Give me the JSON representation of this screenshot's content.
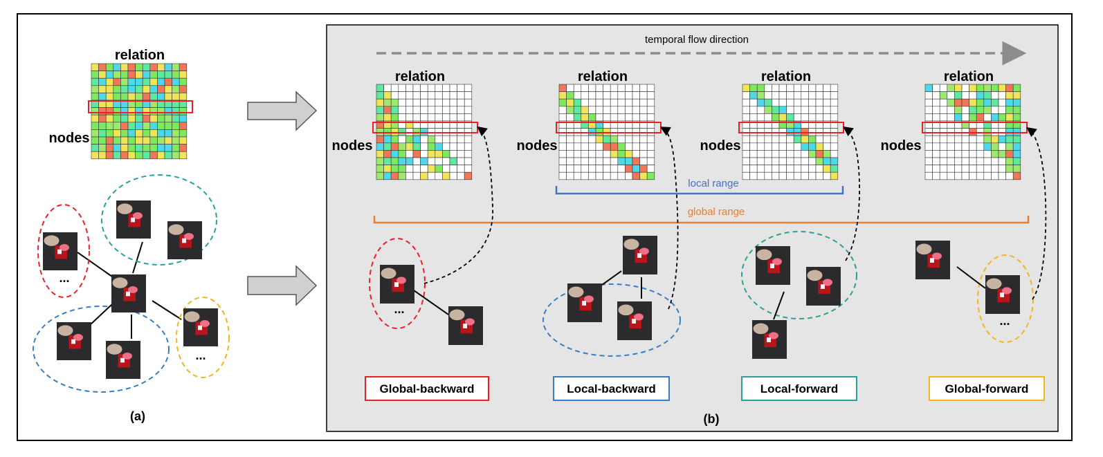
{
  "panel_a": {
    "matrix_title": "relation",
    "matrix_ylabel": "nodes",
    "ellipsis": "...",
    "caption": "(a)"
  },
  "panel_b": {
    "flow_label": "temporal flow direction",
    "matrix_title": "relation",
    "matrix_ylabel": "nodes",
    "local_range_label": "local range",
    "global_range_label": "global range",
    "ellipsis": "...",
    "caption": "(b)",
    "categories": [
      {
        "label": "Global-backward",
        "color": "#e8202a"
      },
      {
        "label": "Local-backward",
        "color": "#3a7cc2"
      },
      {
        "label": "Local-forward",
        "color": "#2aa197"
      },
      {
        "label": "Global-forward",
        "color": "#f2b51c"
      }
    ]
  },
  "colors": {
    "highlight_red": "#e8202a",
    "local_range": "#4472c4",
    "global_range": "#ed7d31",
    "panel_bg": "#e5e5e5",
    "arrow_gray": "#cfcfcf"
  }
}
